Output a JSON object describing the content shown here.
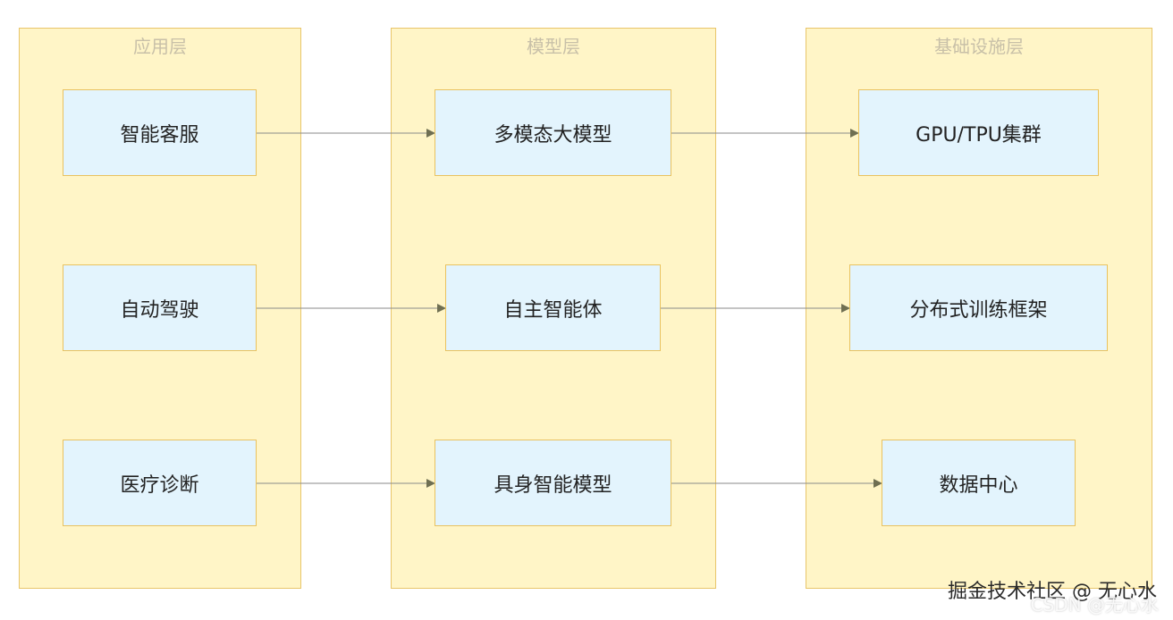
{
  "lanes": [
    {
      "title": "应用层"
    },
    {
      "title": "模型层"
    },
    {
      "title": "基础设施层"
    }
  ],
  "nodes": {
    "app": [
      "智能客服",
      "自动驾驶",
      "医疗诊断"
    ],
    "model": [
      "多模态大模型",
      "自主智能体",
      "具身智能模型"
    ],
    "infra": [
      "GPU/TPU集群",
      "分布式训练框架",
      "数据中心"
    ]
  },
  "watermark": {
    "main": "掘金技术社区 @ 无心水",
    "sub": "CSDN @无心水"
  },
  "colors": {
    "lane_fill": "#fff5c7",
    "lane_border": "#e8c56a",
    "node_fill": "#e3f4fd",
    "node_border": "#e9c25f",
    "edge": "#8a8a8a",
    "arrow": "#6f6f52"
  }
}
